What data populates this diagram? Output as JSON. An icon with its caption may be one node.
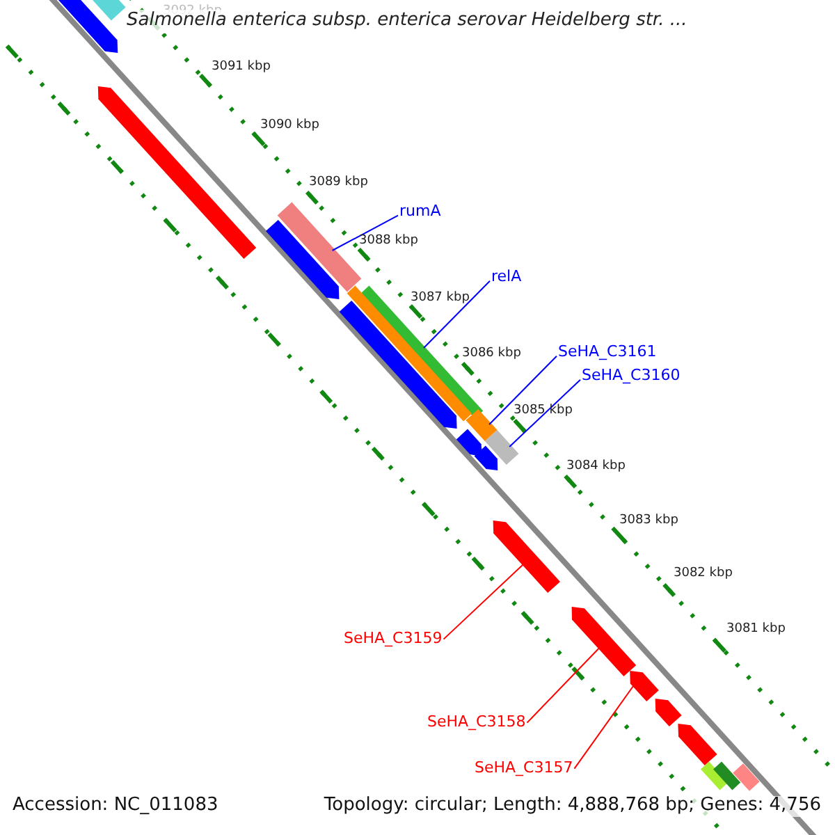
{
  "diagram": {
    "title": "Salmonella enterica subsp. enterica serovar Heidelberg str. ...",
    "nodes": [
      {
        "text": [
          "rumA"
        ]
      },
      {
        "text": [
          "relA"
        ]
      },
      {
        "text": [
          "SeHA_C3161"
        ]
      },
      {
        "text": [
          "SeHA_C3160"
        ]
      },
      {
        "text": [
          "SeHA_C3159"
        ]
      },
      {
        "text": [
          "SeHA_C3158"
        ]
      },
      {
        "text": [
          "SeHA_C3157"
        ]
      },
      {
        "text": [],
        "shape": "bar"
      },
      {
        "text": [],
        "shape": "bar"
      },
      {
        "text": [],
        "shape": "bar"
      },
      {
        "text": [],
        "shape": "bar"
      },
      {
        "text": [],
        "shape": "bar"
      },
      {
        "text": [],
        "shape": "bar"
      },
      {
        "text": [],
        "shape": "bar"
      },
      {
        "text": [],
        "shape": "bar"
      },
      {
        "text": [],
        "shape": "bar"
      },
      {
        "text": [],
        "shape": "bar"
      },
      {
        "text": [],
        "shape": "bar"
      },
      {
        "text": [],
        "shape": "bar"
      },
      {
        "text": [],
        "shape": "bar"
      },
      {
        "text": [],
        "shape": "bar"
      },
      {
        "text": [],
        "shape": "bar"
      },
      {
        "text": [],
        "shape": "bar"
      },
      {
        "text": [],
        "shape": "bar"
      },
      {
        "text": [],
        "shape": "bar"
      },
      {
        "text": [],
        "shape": "bar"
      },
      {
        "text": [],
        "shape": "bar"
      }
    ],
    "edges": [
      {
        "from": 0,
        "to": 7,
        "arrow": "none"
      },
      {
        "from": 1,
        "to": 8,
        "arrow": "none"
      },
      {
        "from": 2,
        "to": 9,
        "arrow": "none"
      },
      {
        "from": 3,
        "to": 10,
        "arrow": "none"
      },
      {
        "from": 4,
        "to": 11,
        "arrow": "none",
        "color": "#ff0000"
      },
      {
        "from": 5,
        "to": 12,
        "arrow": "none",
        "color": "#ff0000"
      },
      {
        "from": 6,
        "to": 13,
        "arrow": "none",
        "color": "#ff0000"
      }
    ],
    "labels": [
      "3092 kbp",
      "3091 kbp",
      "3090 kbp",
      "3089 kbp",
      "3088 kbp",
      "3087 kbp",
      "3086 kbp",
      "3085 kbp",
      "3084 kbp",
      "3083 kbp",
      "3082 kbp",
      "3081 kbp",
      "Accession: NC_011083",
      "Topology: circular; Length: 4,888,768 bp; Genes: 4,756"
    ]
  }
}
